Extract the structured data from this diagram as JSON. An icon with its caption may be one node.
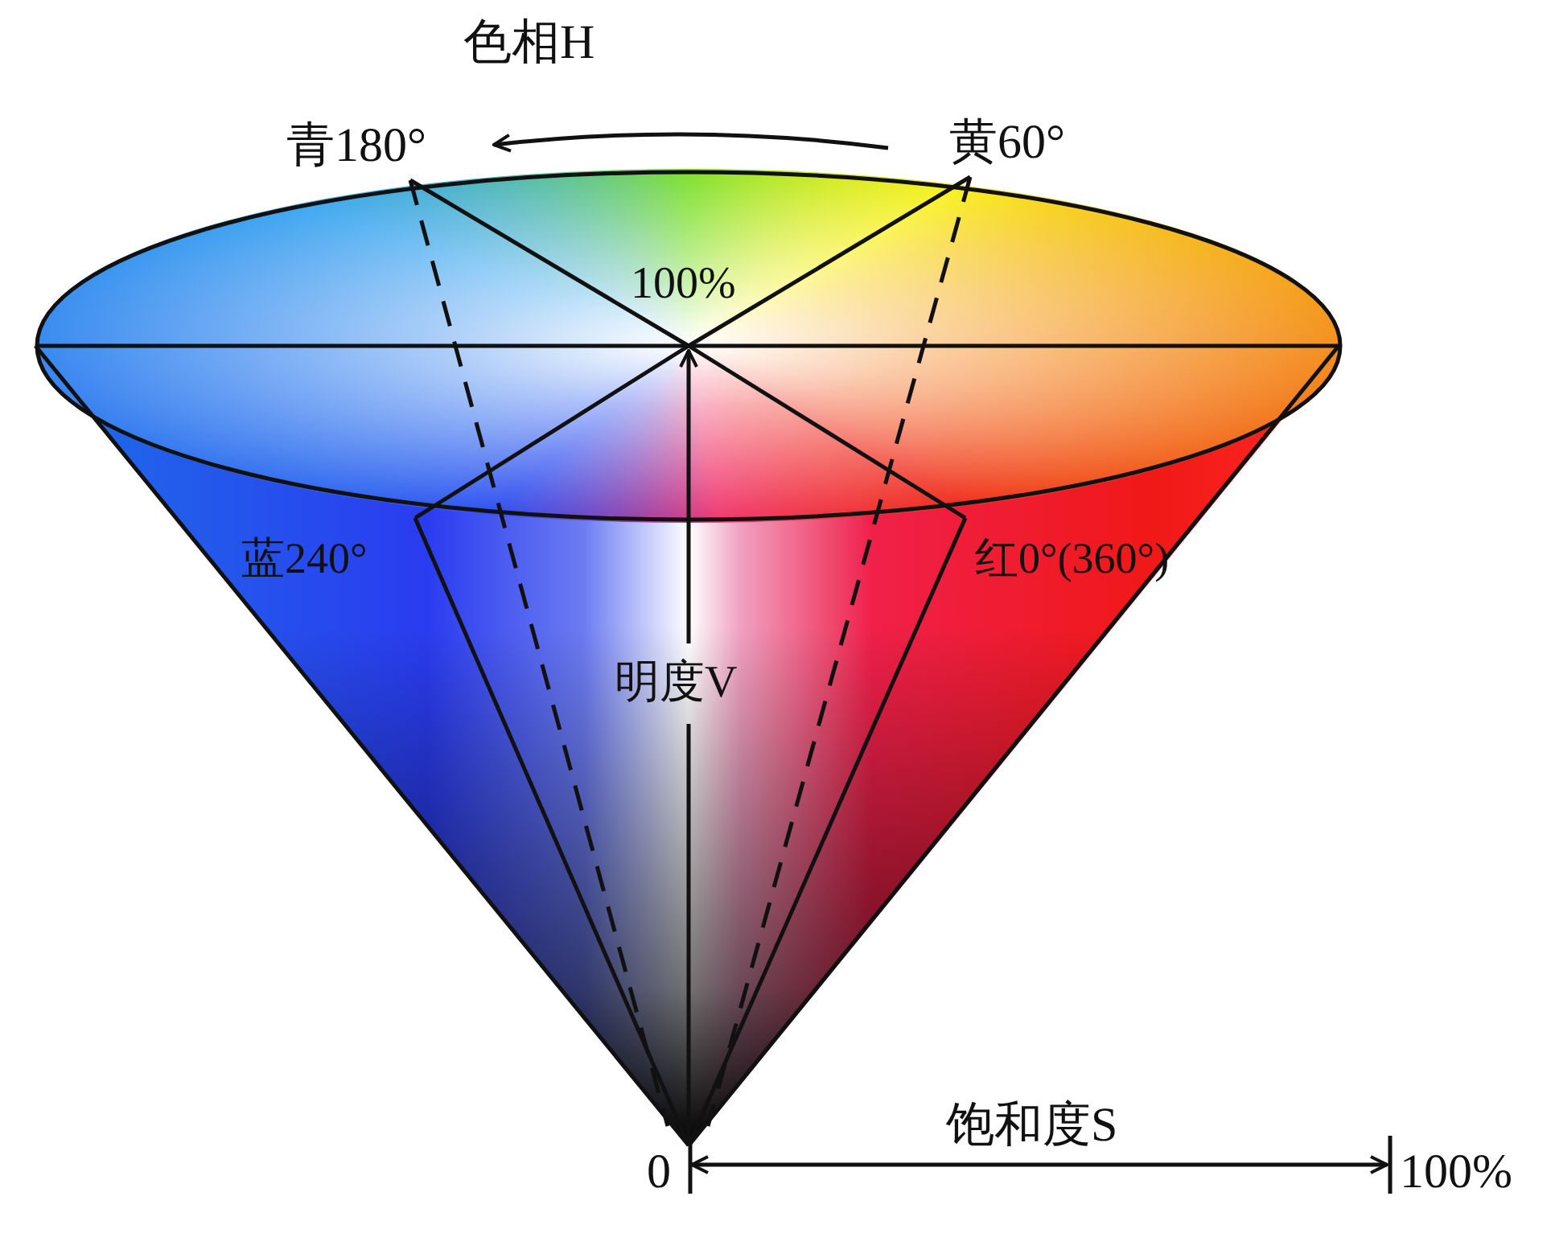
{
  "diagram": {
    "labels": [
      "色相H",
      "青180°",
      "黄60°",
      "100%",
      "蓝240°",
      "红0°(360°)",
      "明度V",
      "饱和度S",
      "0",
      "100%"
    ]
  }
}
